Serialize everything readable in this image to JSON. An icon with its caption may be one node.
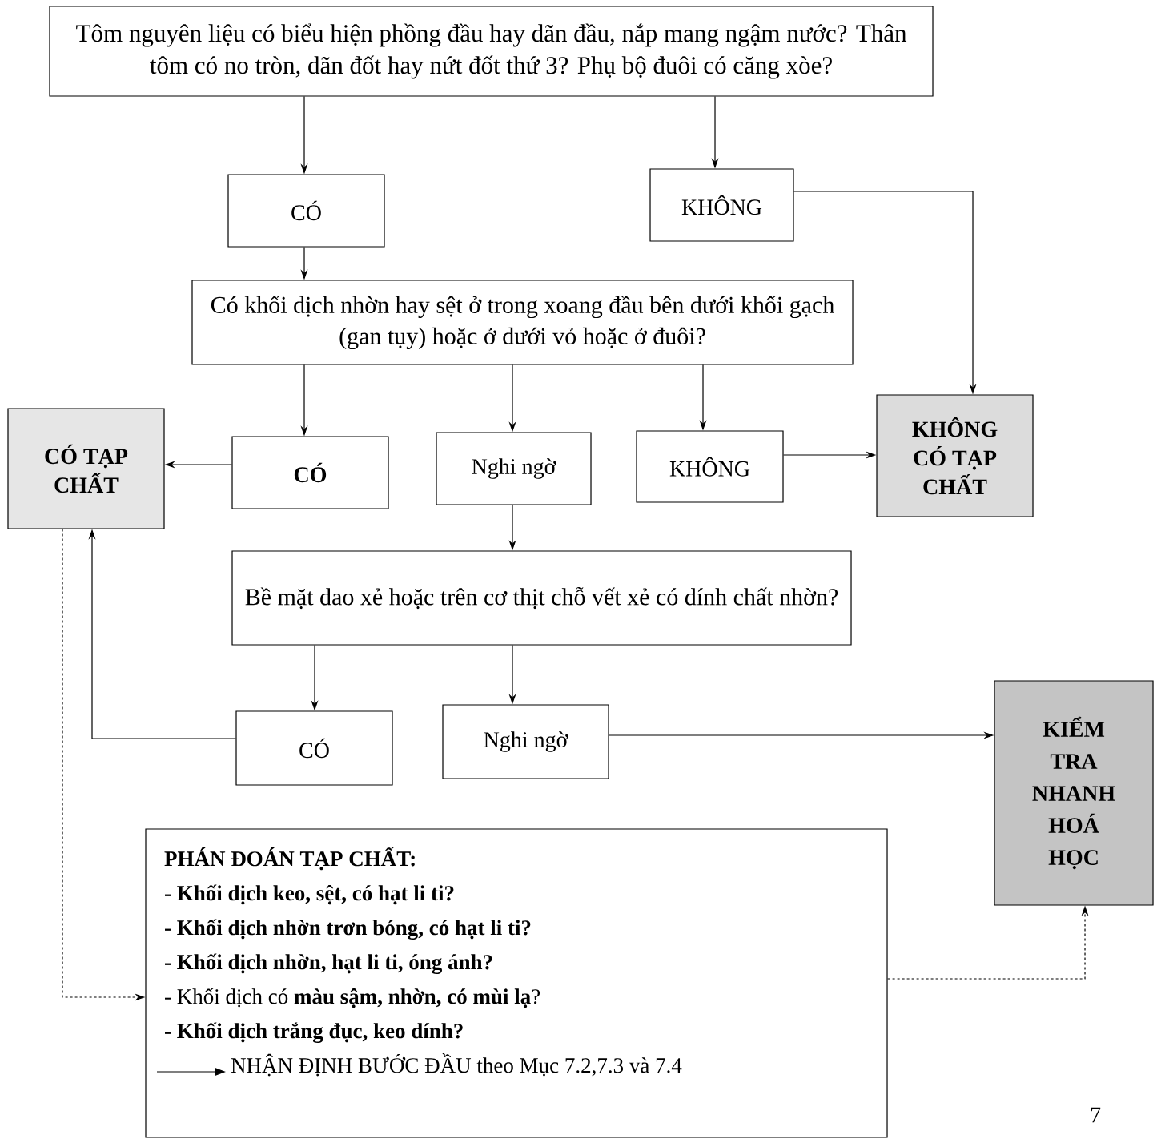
{
  "diagram": {
    "nodes": [
      {
        "text": [
          "Tôm nguyên liệu có biểu hiện phồng đầu hay dãn đầu, nắp mang ngậm nước? Thân tôm có no tròn, dãn đốt hay nứt đốt thứ 3? Phụ bộ đuôi có căng xòe?"
        ]
      },
      {
        "text": [
          "CÓ"
        ]
      },
      {
        "text": [
          "KHÔNG"
        ]
      },
      {
        "text": [
          "Có khối dịch nhờn hay sệt ở trong xoang đầu bên dưới khối gạch (gan tụy) hoặc ở dưới vỏ hoặc ở đuôi?"
        ]
      },
      {
        "text": [
          "CÓ TẠP CHẤT"
        ]
      },
      {
        "text": [
          "CÓ"
        ]
      },
      {
        "text": [
          "Nghi ngờ"
        ]
      },
      {
        "text": [
          "KHÔNG"
        ]
      },
      {
        "text": [
          "KHÔNG CÓ TẠP CHẤT"
        ]
      },
      {
        "text": [
          "Bề mặt dao xẻ hoặc trên cơ thịt chỗ vết xẻ có dính chất nhờn?"
        ]
      },
      {
        "text": [
          "CÓ"
        ]
      },
      {
        "text": [
          "Nghi ngờ"
        ]
      },
      {
        "text": [
          "KIỂM TRA NHANH HOÁ HỌC"
        ]
      },
      {
        "text": [
          "PHÁN ĐOÁN TẠP CHẤT:",
          "- Khối dịch keo, sệt, có hạt li ti?",
          "- Khối dịch nhờn trơn bóng, có hạt li ti?",
          "- Khối dịch nhờn, hạt li ti, óng ánh?",
          "- Khối dịch có **màu sậm, nhờn, có mùi lạ**?",
          "- Khối dịch trắng đục, keo dính?",
          "NHẬN ĐỊNH BƯỚC ĐẦU theo Mục 7.2,7.3 và 7.4"
        ]
      }
    ],
    "edges": [
      {
        "from": 0,
        "to": 1,
        "arrow": "to"
      },
      {
        "from": 0,
        "to": 2,
        "arrow": "to"
      },
      {
        "from": 1,
        "to": 3,
        "arrow": "to"
      },
      {
        "from": 2,
        "to": 8,
        "arrow": "to"
      },
      {
        "from": 3,
        "to": 5,
        "arrow": "to"
      },
      {
        "from": 3,
        "to": 6,
        "arrow": "to"
      },
      {
        "from": 3,
        "to": 7,
        "arrow": "to"
      },
      {
        "from": 5,
        "to": 4,
        "arrow": "to"
      },
      {
        "from": 7,
        "to": 8,
        "arrow": "to"
      },
      {
        "from": 6,
        "to": 9,
        "arrow": "to"
      },
      {
        "from": 9,
        "to": 10,
        "arrow": "to"
      },
      {
        "from": 9,
        "to": 11,
        "arrow": "to"
      },
      {
        "from": 10,
        "to": 4,
        "arrow": "to"
      },
      {
        "from": 11,
        "to": 12,
        "arrow": "to"
      },
      {
        "from": 4,
        "to": 13,
        "arrow": "to",
        "style": "dashed"
      },
      {
        "from": 13,
        "to": 12,
        "arrow": "to",
        "style": "dashed"
      }
    ],
    "labels": [
      "7"
    ]
  }
}
